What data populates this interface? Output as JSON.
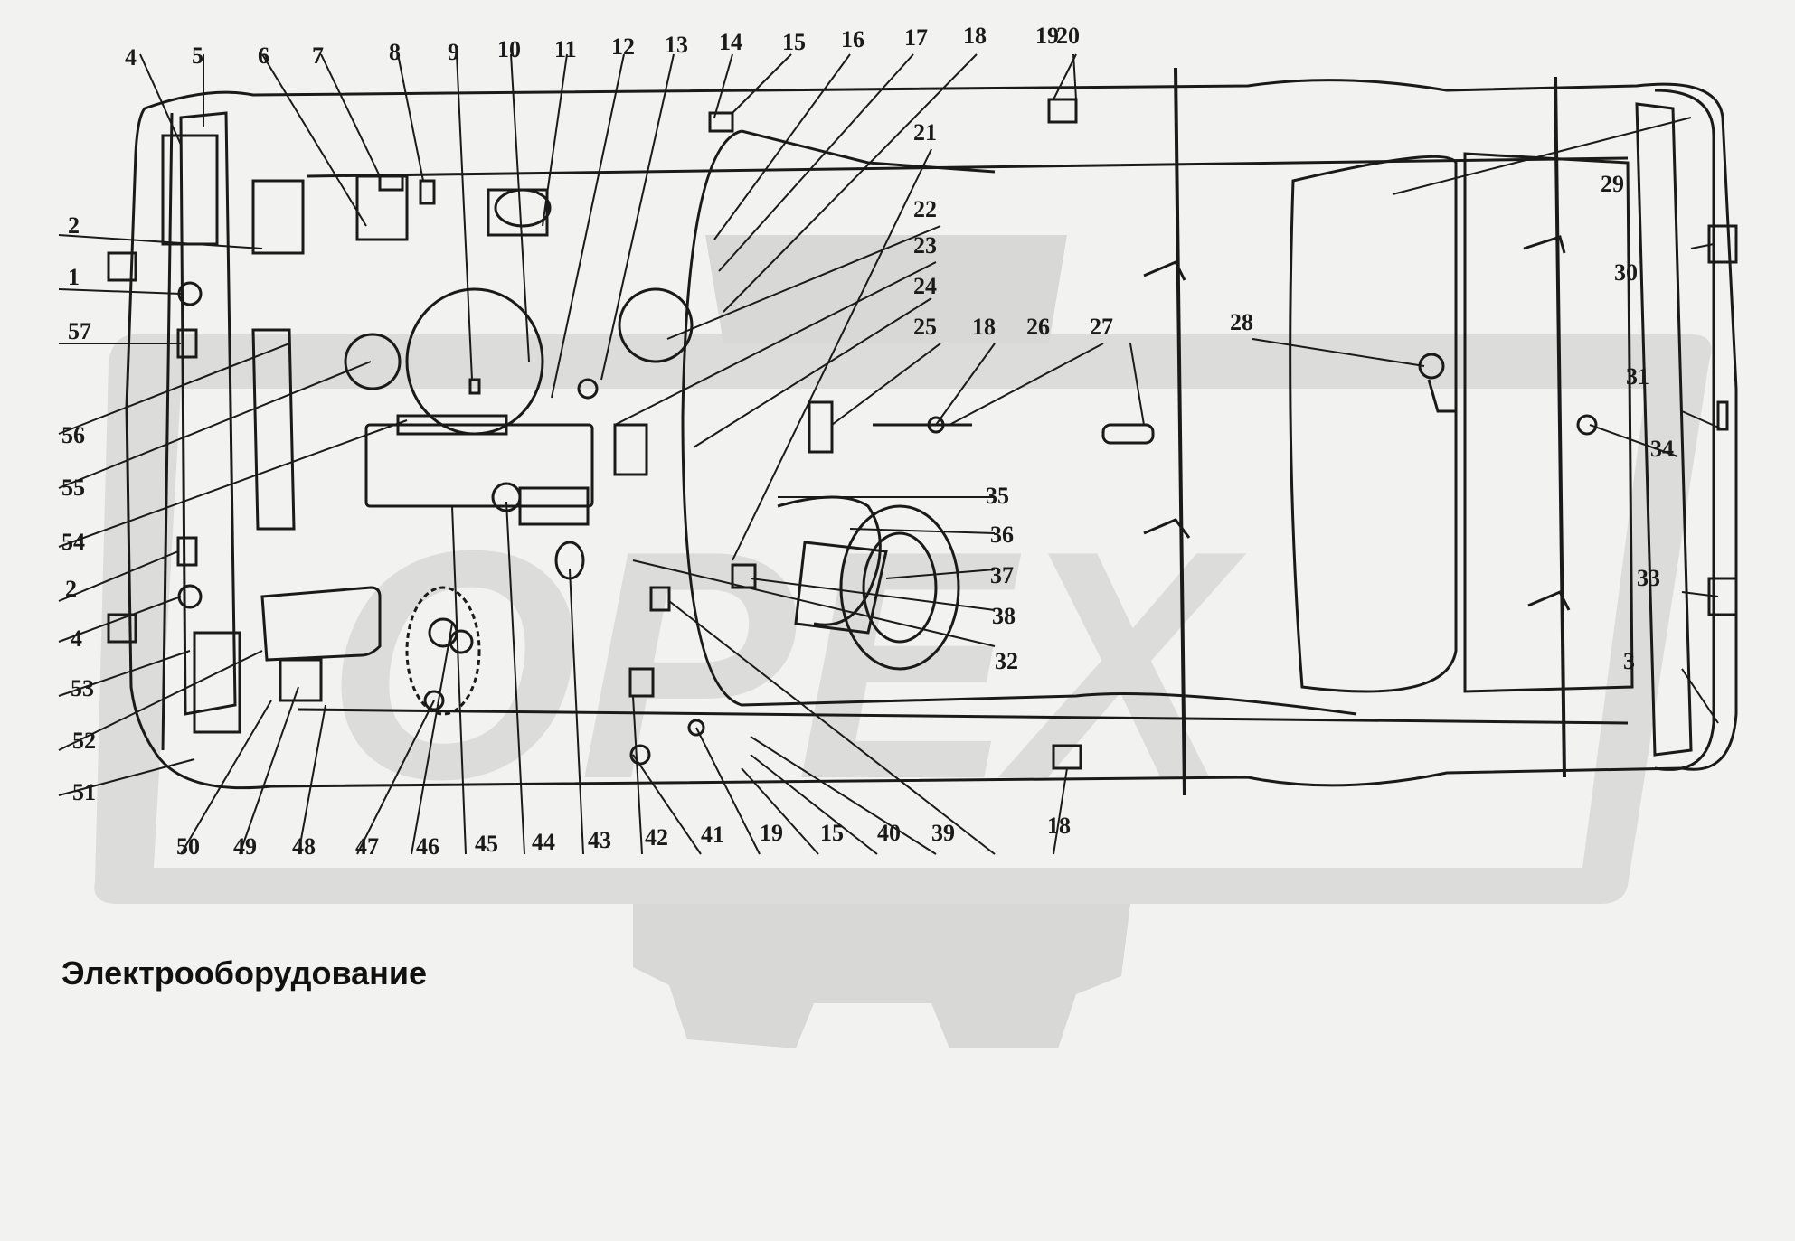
{
  "caption": "Электрооборудование",
  "callouts": [
    "4",
    "5",
    "6",
    "7",
    "8",
    "9",
    "10",
    "11",
    "12",
    "13",
    "14",
    "15",
    "16",
    "17",
    "18",
    "19",
    "20",
    "21",
    "22",
    "23",
    "24",
    "25",
    "18",
    "26",
    "27",
    "28",
    "29",
    "30",
    "31",
    "34",
    "35",
    "36",
    "37",
    "38",
    "32",
    "33",
    "3",
    "2",
    "1",
    "57",
    "56",
    "55",
    "54",
    "2",
    "4",
    "53",
    "52",
    "51",
    "50",
    "49",
    "48",
    "47",
    "46",
    "45",
    "44",
    "43",
    "42",
    "41",
    "19",
    "15",
    "40",
    "39",
    "18"
  ],
  "colors": {
    "line": "#1a1a1a",
    "watermark": "#d8d8d6",
    "background": "#f2f2f0"
  }
}
